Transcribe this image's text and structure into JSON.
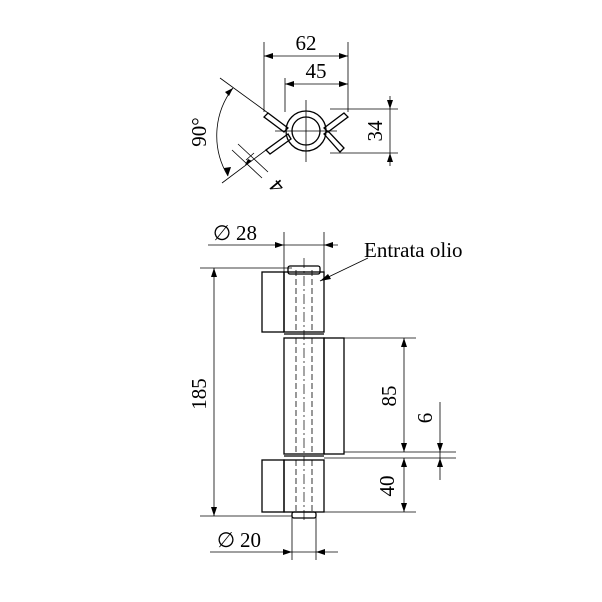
{
  "top_view": {
    "dim_width_outer": "62",
    "dim_width_inner": "45",
    "dim_height": "34",
    "dim_angle": "90°",
    "dim_thickness": "4"
  },
  "side_view": {
    "dim_diameter_top": "28",
    "dim_diameter_bottom": "20",
    "oil_inlet_label": "Entrata olio",
    "dim_total_height": "185",
    "dim_middle_height": "85",
    "dim_gap": "6",
    "dim_lower_height": "40"
  },
  "symbols": {
    "diameter": "∅"
  }
}
